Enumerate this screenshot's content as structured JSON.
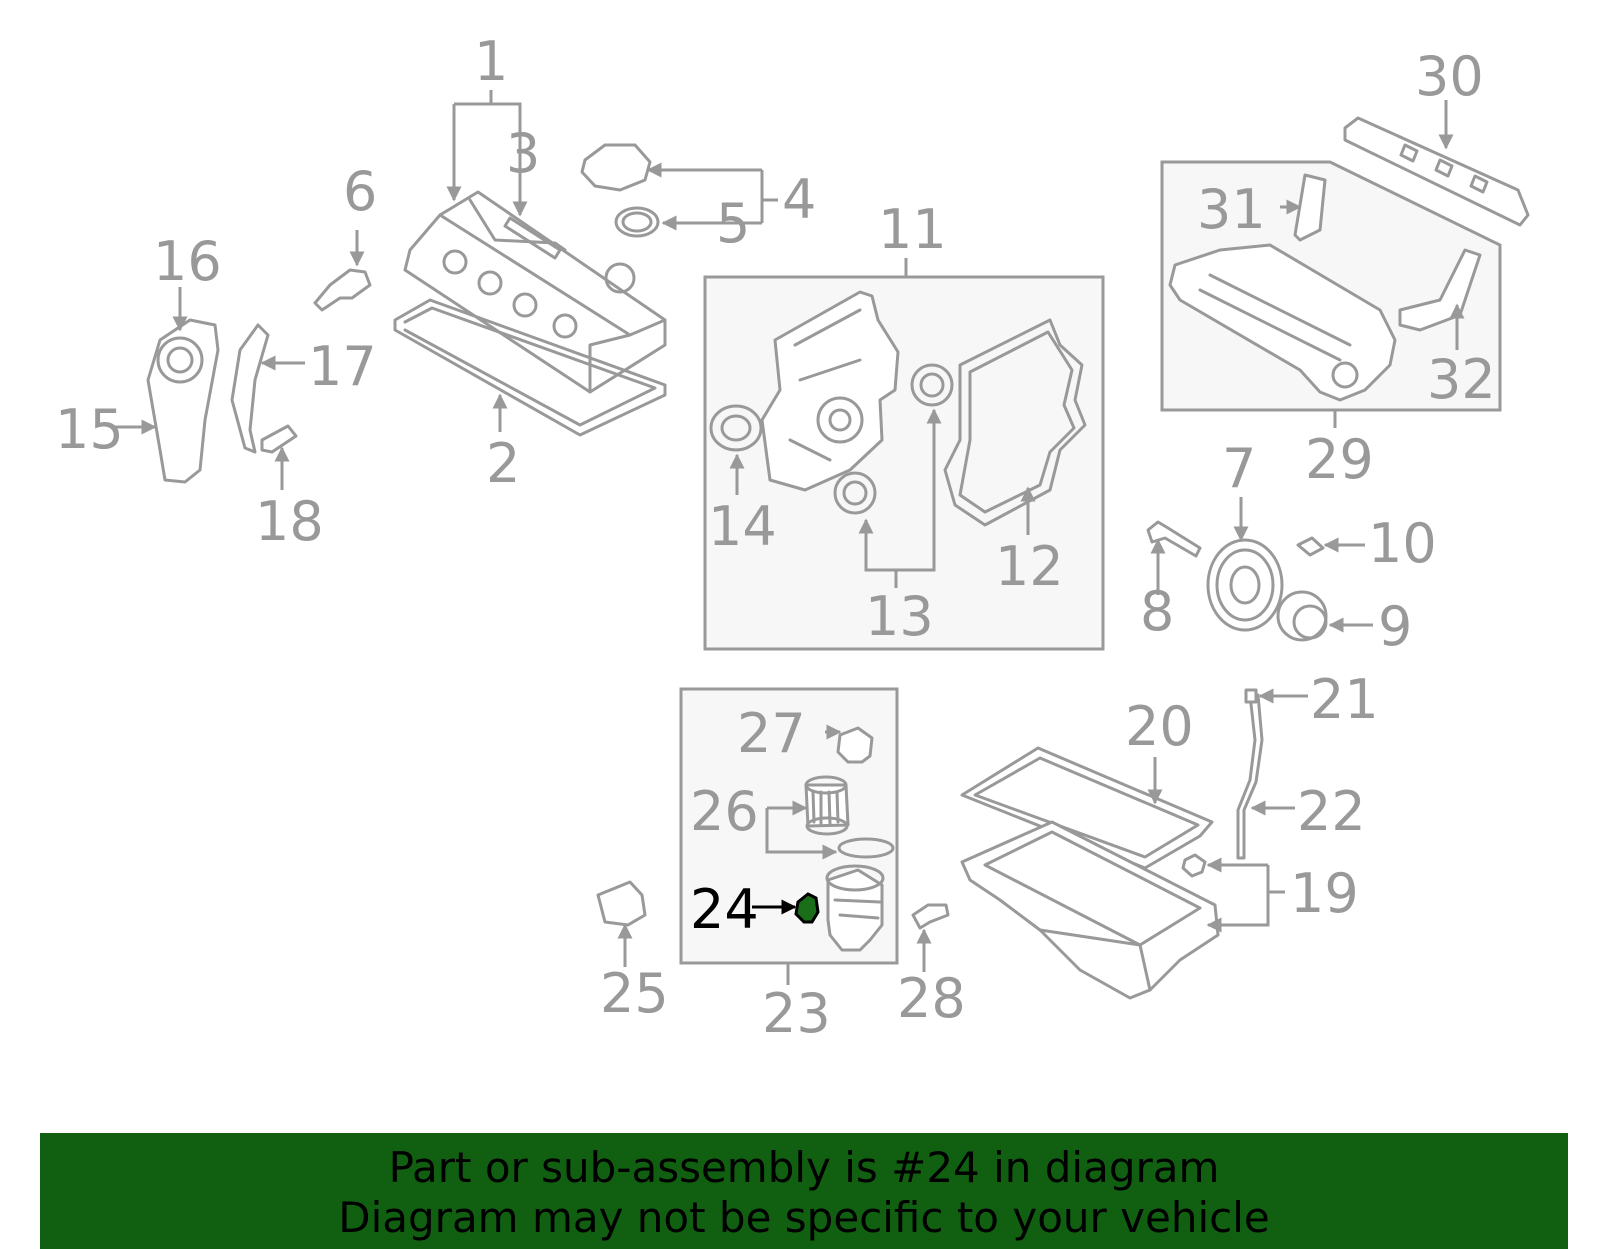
{
  "highlight_color": "#1a6e1a",
  "banner_color": "#116011",
  "line_color": "#999999",
  "banner": {
    "line1": "Part or sub-assembly is #24 in diagram",
    "line2": "Diagram may not be specific to your vehicle"
  },
  "callouts": {
    "c1": "1",
    "c2": "2",
    "c3": "3",
    "c4": "4",
    "c5": "5",
    "c6": "6",
    "c7": "7",
    "c8": "8",
    "c9": "9",
    "c10": "10",
    "c11": "11",
    "c12": "12",
    "c13": "13",
    "c14": "14",
    "c15": "15",
    "c16": "16",
    "c17": "17",
    "c18": "18",
    "c19": "19",
    "c20": "20",
    "c21": "21",
    "c22": "22",
    "c23": "23",
    "c24": "24",
    "c25": "25",
    "c26": "26",
    "c27": "27",
    "c28": "28",
    "c29": "29",
    "c30": "30",
    "c31": "31",
    "c32": "32"
  },
  "highlighted_part": "24"
}
